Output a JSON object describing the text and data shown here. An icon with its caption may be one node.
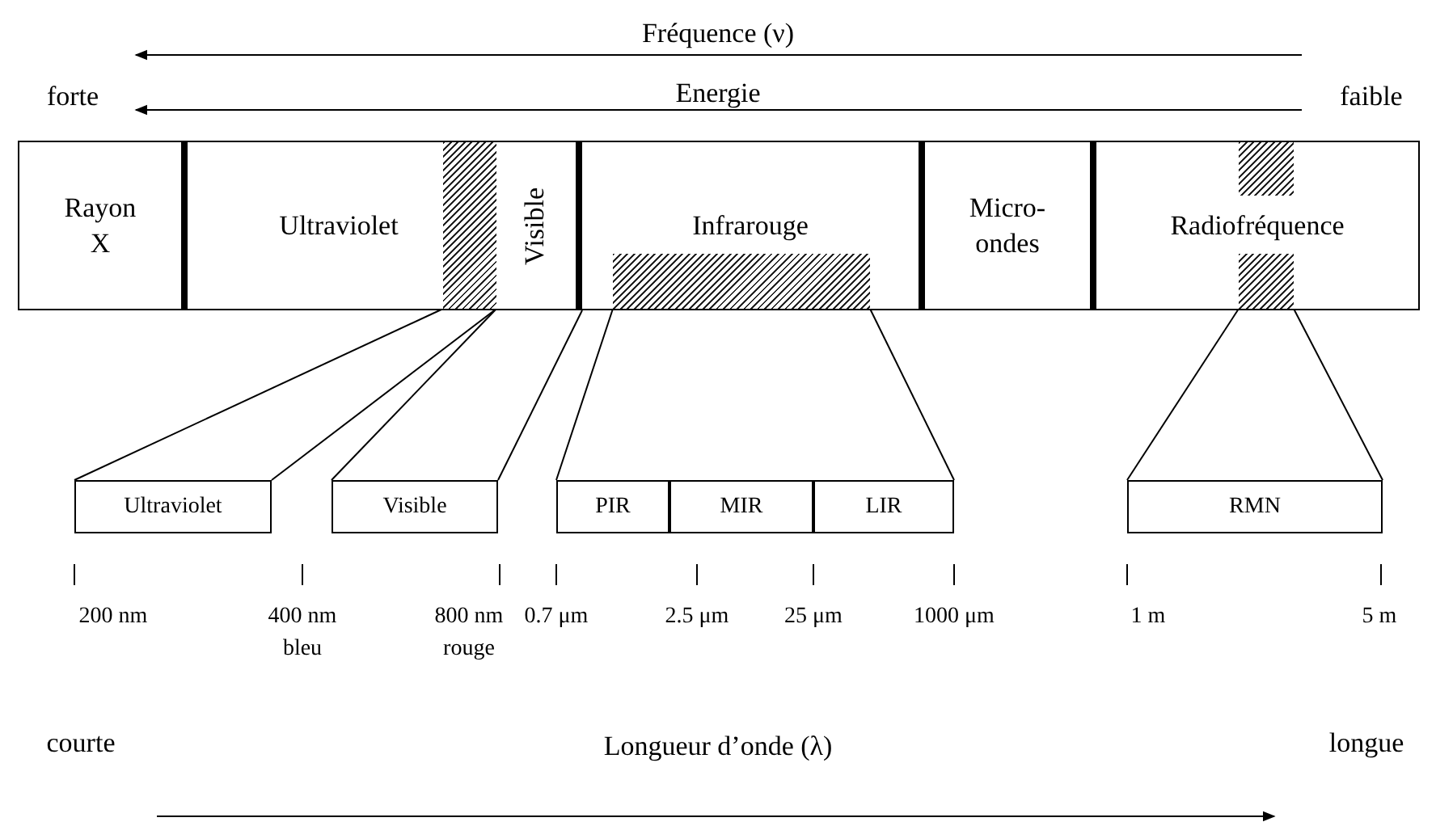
{
  "diagram": {
    "nodes": [
      {
        "text": [
          "Rayon X"
        ]
      },
      {
        "text": [
          "Ultraviolet"
        ]
      },
      {
        "text": [
          "Visible"
        ]
      },
      {
        "text": [
          "Infrarouge"
        ]
      },
      {
        "text": [
          "Micro-ondes"
        ]
      },
      {
        "text": [
          "Radiofréquence"
        ]
      },
      {
        "text": [],
        "shape": "box",
        "in": 1
      },
      {
        "text": [],
        "shape": "box",
        "in": 3
      },
      {
        "text": [],
        "shape": "box",
        "in": 5
      },
      {
        "text": [],
        "shape": "box",
        "in": 5
      },
      {
        "text": [
          "Ultraviolet"
        ]
      },
      {
        "text": [
          "Visible"
        ]
      },
      {
        "text": [
          "PIR"
        ]
      },
      {
        "text": [
          "MIR"
        ]
      },
      {
        "text": [
          "LIR"
        ]
      },
      {
        "text": [
          "RMN"
        ]
      }
    ],
    "edges": [
      {
        "from": 6,
        "to": 10,
        "arrow": "none"
      },
      {
        "from": 6,
        "to": 10,
        "arrow": "none"
      },
      {
        "from": 6,
        "to": 11,
        "arrow": "none"
      },
      {
        "from": 2,
        "to": 11,
        "arrow": "none"
      },
      {
        "from": 7,
        "to": 12,
        "arrow": "none"
      },
      {
        "from": 7,
        "to": 14,
        "arrow": "none"
      },
      {
        "from": 9,
        "to": 15,
        "arrow": "none"
      },
      {
        "from": 9,
        "to": 15,
        "arrow": "none"
      }
    ],
    "labels": [
      "Fréquence (ν)",
      "forte",
      "Energie",
      "faible",
      "200 nm",
      "400 nm",
      "800 nm",
      "0.7 μm",
      "2.5 μm",
      "25 μm",
      "1000 μm",
      "1 m",
      "5 m",
      "bleu",
      "rouge",
      "courte",
      "Longueur d’onde (λ)",
      "longue"
    ]
  }
}
